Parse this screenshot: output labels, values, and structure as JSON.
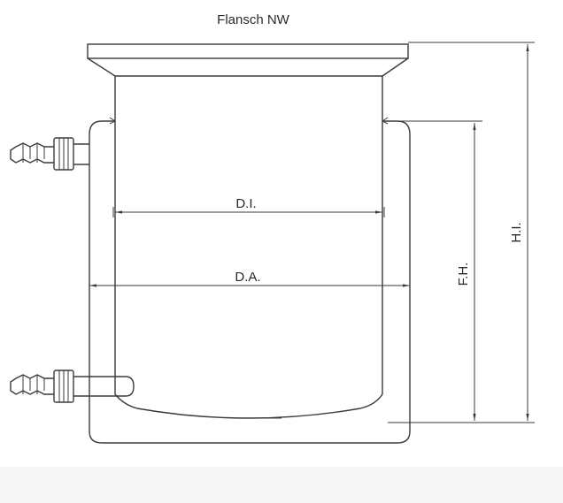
{
  "diagram": {
    "title": "Flansch NW",
    "labels": {
      "inner_diameter": "D.I.",
      "outer_diameter": "D.A.",
      "fill_height": "F.H.",
      "total_height": "H.I."
    },
    "line_color": "#3a3a3a"
  }
}
